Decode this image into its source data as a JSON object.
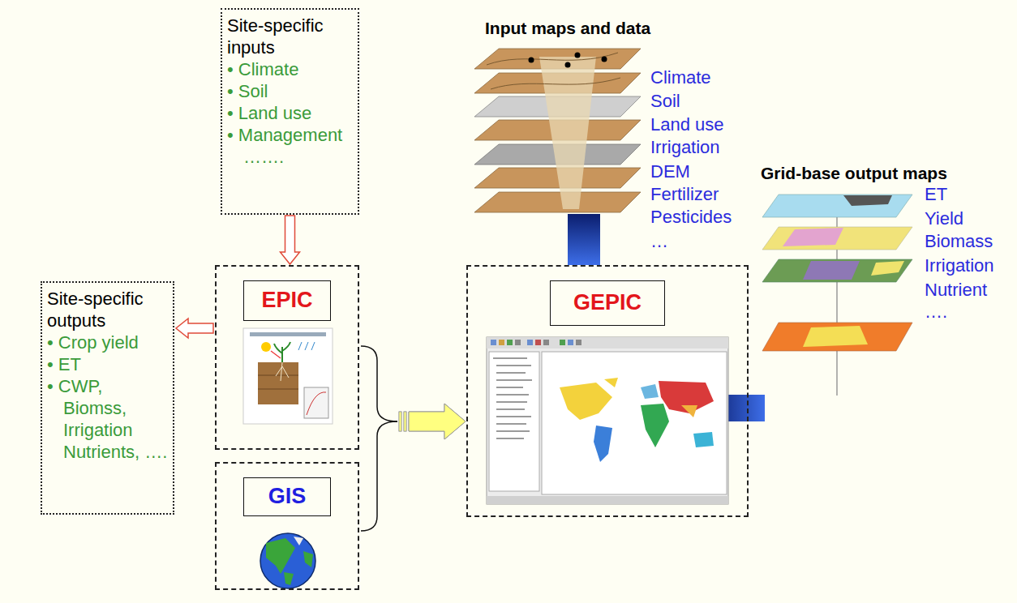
{
  "diagram": {
    "nodes": [
      {
        "text": [
          "Site-specific inputs",
          "• Climate",
          "• Soil",
          "• Land use",
          "• Management",
          "……."
        ]
      },
      {
        "text": [
          "EPIC"
        ]
      },
      {
        "text": [
          "Site-specific outputs",
          "• Crop yield",
          "• ET",
          "• CWP, Biomss, Irrigation Nutrients, …."
        ]
      },
      {
        "text": [
          "GIS"
        ]
      },
      {
        "text": [
          "GEPIC"
        ]
      }
    ],
    "edges": [
      {
        "from": 0,
        "to": 1,
        "arrow": "to"
      },
      {
        "from": 1,
        "to": 2,
        "arrow": "to"
      },
      {
        "from": 1,
        "to": 4,
        "arrow": "to"
      },
      {
        "from": 3,
        "to": 4,
        "arrow": "to"
      }
    ],
    "labels": [
      "Input maps and data",
      "Climate",
      "Soil",
      "Land use",
      "Irrigation",
      "DEM",
      "Fertilizer",
      "Pesticides",
      "…",
      "Grid-base output maps",
      "ET",
      "Yield",
      "Biomass",
      "Irrigation",
      "Nutrient",
      "…."
    ]
  }
}
